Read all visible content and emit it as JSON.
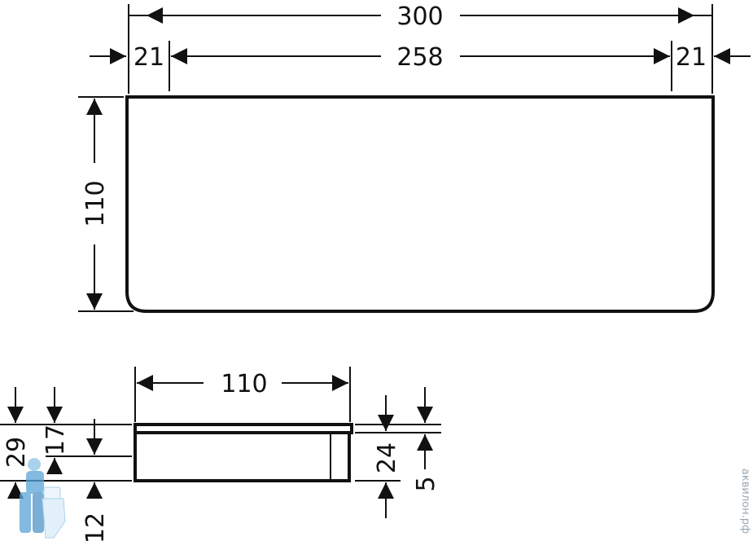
{
  "top_view": {
    "total_width": "300",
    "inner_width": "258",
    "left_margin": "21",
    "right_margin": "21",
    "depth": "110"
  },
  "side_view": {
    "depth": "110",
    "height_total": "29",
    "height_upper": "17",
    "height_lower": "12",
    "height_right": "24",
    "lip": "5"
  },
  "watermark": {
    "text": "аквилон.рф"
  },
  "colors": {
    "line": "#111111",
    "watermark": "#9aa7b3"
  }
}
